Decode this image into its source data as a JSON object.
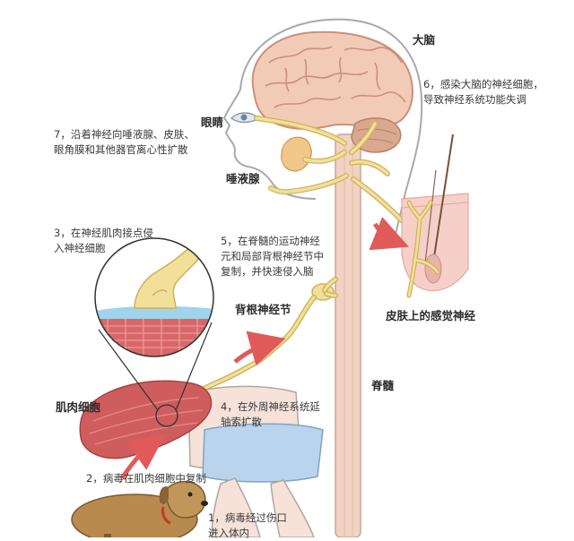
{
  "labels": {
    "brain": "大脑",
    "eye": "眼睛",
    "salivary_gland": "唾液腺",
    "skin_nerve": "皮肤上的感觉神经",
    "dorsal_root_ganglion": "背根神经节",
    "spinal_cord": "脊髓",
    "muscle_cell": "肌肉细胞"
  },
  "steps": {
    "step1": {
      "line1": "1，病毒经过伤口",
      "line2": "进入体内"
    },
    "step2": {
      "line1": "2，病毒在肌肉细胞中复制"
    },
    "step3": {
      "line1": "3，在神经肌肉接点侵",
      "line2": "入神经细胞"
    },
    "step4": {
      "line1": "4，在外周神经系统延",
      "line2": "轴索扩散"
    },
    "step5": {
      "line1": "5，在脊髓的运动神经",
      "line2": "元和局部背根神经节中",
      "line3": "复制，并快速侵入脑"
    },
    "step6": {
      "line1": "6，感染大脑的神经细胞，",
      "line2": "导致神经系统功能失调"
    },
    "step7": {
      "line1": "7，沿着神经向唾液腺、皮肤、",
      "line2": "眼角膜和其他器官离心性扩散"
    }
  },
  "colors": {
    "brain": "#f2cbb6",
    "brain_outline": "#c9907a",
    "cerebellum": "#d9a88e",
    "spinal_cord": "#f1d3c3",
    "nerve": "#f2df9a",
    "nerve_outline": "#cdb35a",
    "muscle": "#cf5d5d",
    "arrow": "#e05a5a",
    "skin": "#f6d0c8",
    "shorts": "#b9d4ec",
    "dog": "#b88a4e",
    "outline": "#9a9a9a"
  }
}
